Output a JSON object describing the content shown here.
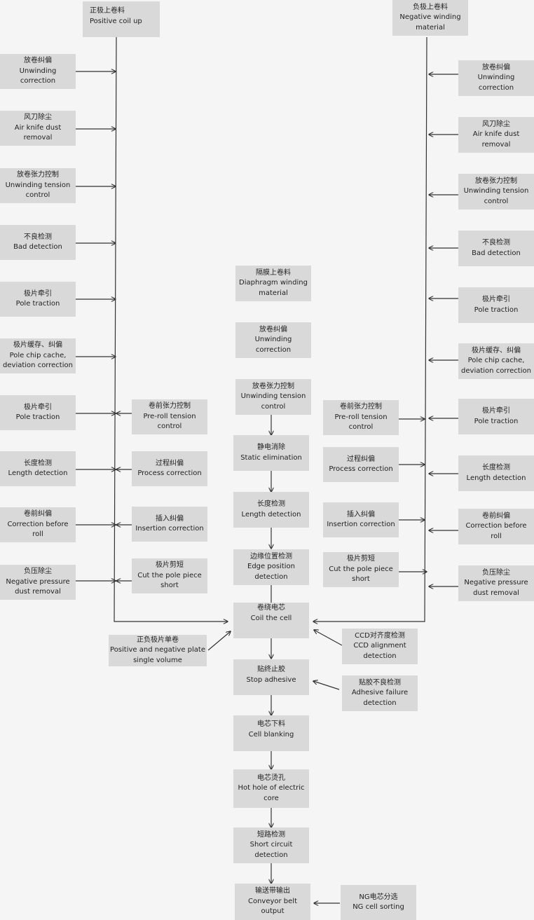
{
  "nodes": {
    "pos_coil_up": {
      "zh": "正极上卷料",
      "en": "Positive coil up"
    },
    "neg_coil_up": {
      "zh": "负极上卷料",
      "en": "Negative winding\nmaterial"
    },
    "l_unwind_corr": {
      "zh": "放卷纠偏",
      "en": "Unwinding correction"
    },
    "l_air_knife": {
      "zh": "风刀除尘",
      "en": "Air knife dust removal"
    },
    "l_unwind_tension": {
      "zh": "放卷张力控制",
      "en": "Unwinding tension\ncontrol"
    },
    "l_bad_detect": {
      "zh": "不良检测",
      "en": "Bad detection"
    },
    "l_pole_traction_1": {
      "zh": "极片牵引",
      "en": "Pole traction"
    },
    "l_pole_cache": {
      "zh": "极片缓存、纠偏",
      "en": "Pole chip cache,\ndeviation correction"
    },
    "l_pole_traction_2": {
      "zh": "极片牵引",
      "en": "Pole traction"
    },
    "l_length_detect": {
      "zh": "长度检测",
      "en": "Length detection"
    },
    "l_corr_before_roll": {
      "zh": "卷前纠偏",
      "en": "Correction before roll"
    },
    "l_neg_pressure": {
      "zh": "负压除尘",
      "en": "Negative pressure\ndust removal"
    },
    "lm_preroll_tension": {
      "zh": "卷前张力控制",
      "en": "Pre-roll tension\ncontrol"
    },
    "lm_process_corr": {
      "zh": "过程纠偏",
      "en": "Process correction"
    },
    "lm_insertion_corr": {
      "zh": "插入纠偏",
      "en": "Insertion correction"
    },
    "lm_cut_short": {
      "zh": "极片剪短",
      "en": "Cut the pole piece\nshort"
    },
    "r_unwind_corr": {
      "zh": "放卷纠偏",
      "en": "Unwinding correction"
    },
    "r_air_knife": {
      "zh": "风刀除尘",
      "en": "Air knife dust removal"
    },
    "r_unwind_tension": {
      "zh": "放卷张力控制",
      "en": "Unwinding tension\ncontrol"
    },
    "r_bad_detect": {
      "zh": "不良检测",
      "en": "Bad detection"
    },
    "r_pole_traction_1": {
      "zh": "极片牵引",
      "en": "Pole traction"
    },
    "r_pole_cache": {
      "zh": "极片缓存、纠偏",
      "en": "Pole chip cache,\ndeviation correction"
    },
    "r_pole_traction_2": {
      "zh": "极片牵引",
      "en": "Pole traction"
    },
    "r_length_detect": {
      "zh": "长度检测",
      "en": "Length detection"
    },
    "r_corr_before_roll": {
      "zh": "卷前纠偏",
      "en": "Correction before\nroll"
    },
    "r_neg_pressure": {
      "zh": "负压除尘",
      "en": "Negative pressure\ndust removal"
    },
    "rm_preroll_tension": {
      "zh": "卷前张力控制",
      "en": "Pre-roll tension\ncontrol"
    },
    "rm_process_corr": {
      "zh": "过程纠偏",
      "en": "Process correction"
    },
    "rm_insertion_corr": {
      "zh": "插入纠偏",
      "en": "Insertion correction"
    },
    "rm_cut_short": {
      "zh": "极片剪短",
      "en": "Cut the pole piece\nshort"
    },
    "c_diaphragm": {
      "zh": "隔膜上卷料",
      "en": "Diaphragm winding\nmaterial"
    },
    "c_unwind_corr": {
      "zh": "放卷纠偏",
      "en": "Unwinding\ncorrection"
    },
    "c_unwind_tension": {
      "zh": "放卷张力控制",
      "en": "Unwinding tension\ncontrol"
    },
    "c_static": {
      "zh": "静电消除",
      "en": "Static elimination"
    },
    "c_length_detect": {
      "zh": "长度检测",
      "en": "Length detection"
    },
    "c_edge_detect": {
      "zh": "边缘位置检测",
      "en": "Edge position\ndetection"
    },
    "c_coil_cell": {
      "zh": "卷绕电芯",
      "en": "Coil the cell"
    },
    "c_plate_single": {
      "zh": "正负极片单卷",
      "en": "Positive and negative plate\nsingle volume"
    },
    "c_ccd": {
      "zh": "CCD对齐度检测",
      "en": "CCD alignment\ndetection"
    },
    "c_stop_adhesive": {
      "zh": "贴终止胶",
      "en": "Stop adhesive"
    },
    "c_adhesive_fail": {
      "zh": "贴胶不良检测",
      "en": "Adhesive failure\ndetection"
    },
    "c_blanking": {
      "zh": "电芯下料",
      "en": "Cell blanking"
    },
    "c_hot_hole": {
      "zh": "电芯烫孔",
      "en": "Hot hole of electric\ncore"
    },
    "c_short_circuit": {
      "zh": "短路检测",
      "en": "Short circuit\ndetection"
    },
    "c_conveyor": {
      "zh": "输送带输出",
      "en": "Conveyor belt\noutput"
    },
    "c_ng_sort": {
      "zh": "NG电芯分选",
      "en": "NG cell sorting"
    }
  }
}
